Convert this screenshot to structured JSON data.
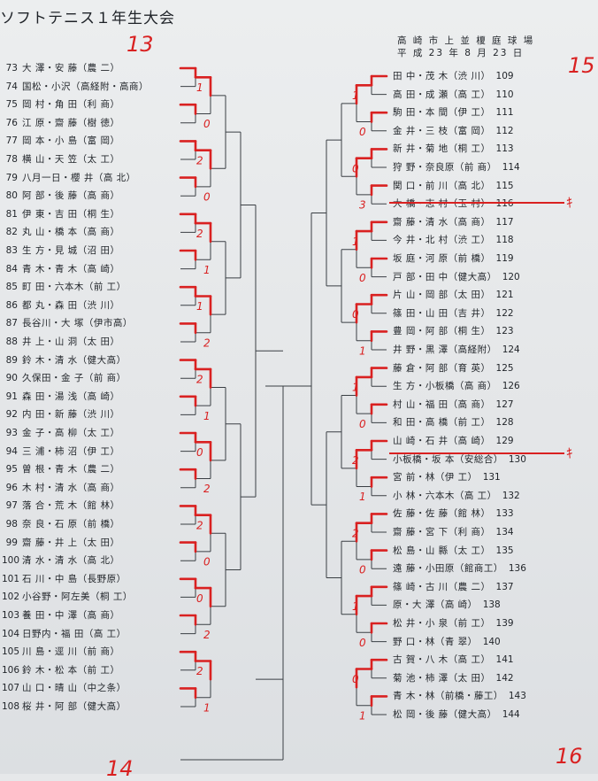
{
  "title": "ソフトテニス１年生大会",
  "venue": "高 崎 市 上 並 榎 庭 球 場",
  "date": "平 成 23 年 8 月 23 日",
  "corner_marks": {
    "top_left": "13",
    "top_right": "15",
    "bottom_left": "14",
    "bottom_right": "16"
  },
  "left_entries": [
    {
      "num": "73",
      "names": "大 澤・安 藤（農 二）"
    },
    {
      "num": "74",
      "names": "国松・小沢（高経附・高商）"
    },
    {
      "num": "75",
      "names": "岡 村・角 田（利 商）"
    },
    {
      "num": "76",
      "names": "江 原・齋 藤（樹 徳）"
    },
    {
      "num": "77",
      "names": "岡 本・小 島（富 岡）"
    },
    {
      "num": "78",
      "names": "横 山・天 笠（太 工）"
    },
    {
      "num": "79",
      "names": "八月一日・櫻 井（高 北）"
    },
    {
      "num": "80",
      "names": "阿 部・後 藤（高 商）"
    },
    {
      "num": "81",
      "names": "伊 東・吉 田（桐 生）"
    },
    {
      "num": "82",
      "names": "丸 山・橋 本（高 商）"
    },
    {
      "num": "83",
      "names": "生 方・見 城（沼 田）"
    },
    {
      "num": "84",
      "names": "青 木・青 木（高 崎）"
    },
    {
      "num": "85",
      "names": "町 田・六本木（前 工）"
    },
    {
      "num": "86",
      "names": "都 丸・森 田（渋 川）"
    },
    {
      "num": "87",
      "names": "長谷川・大 塚（伊市高）"
    },
    {
      "num": "88",
      "names": "井 上・山 洞（太 田）"
    },
    {
      "num": "89",
      "names": "鈴 木・清 水（健大高）"
    },
    {
      "num": "90",
      "names": "久保田・金 子（前 商）"
    },
    {
      "num": "91",
      "names": "森 田・湯 浅（高 崎）"
    },
    {
      "num": "92",
      "names": "内 田・新 藤（渋 川）"
    },
    {
      "num": "93",
      "names": "金 子・高 柳（太 工）"
    },
    {
      "num": "94",
      "names": "三 浦・柿 沼（伊 工）"
    },
    {
      "num": "95",
      "names": "曽 根・青 木（農 二）"
    },
    {
      "num": "96",
      "names": "木 村・清 水（高 商）"
    },
    {
      "num": "97",
      "names": "落 合・荒 木（館 林）"
    },
    {
      "num": "98",
      "names": "奈 良・石 原（前 橋）"
    },
    {
      "num": "99",
      "names": "齋 藤・井 上（太 田）"
    },
    {
      "num": "100",
      "names": "清 水・清 水（高 北）"
    },
    {
      "num": "101",
      "names": "石 川・中 島（長野原）"
    },
    {
      "num": "102",
      "names": "小谷野・阿左美（桐 工）"
    },
    {
      "num": "103",
      "names": "養 田・中 澤（高 商）"
    },
    {
      "num": "104",
      "names": "日野内・福 田（高 工）"
    },
    {
      "num": "105",
      "names": "川 島・逕 川（前 商）"
    },
    {
      "num": "106",
      "names": "鈴 木・松 本（前 工）"
    },
    {
      "num": "107",
      "names": "山 口・晴 山（中之条）"
    },
    {
      "num": "108",
      "names": "桜 井・阿 部（健大高）"
    }
  ],
  "right_entries": [
    {
      "num": "109",
      "names": "田 中・茂 木（渋 川）"
    },
    {
      "num": "110",
      "names": "高 田・成 瀬（高 工）"
    },
    {
      "num": "111",
      "names": "駒 田・本 間（伊 工）"
    },
    {
      "num": "112",
      "names": "金 井・三 枝（富 岡）"
    },
    {
      "num": "113",
      "names": "新 井・菊 地（桐 工）"
    },
    {
      "num": "114",
      "names": "狩 野・奈良原（前 商）"
    },
    {
      "num": "115",
      "names": "関 口・前 川（高 北）"
    },
    {
      "num": "116",
      "names": "大 橋・志 村（玉 村）"
    },
    {
      "num": "117",
      "names": "齋 藤・清 水（高 商）"
    },
    {
      "num": "118",
      "names": "今 井・北 村（渋 工）"
    },
    {
      "num": "119",
      "names": "坂 庭・河 原（前 橋）"
    },
    {
      "num": "120",
      "names": "戸 部・田 中（健大高）"
    },
    {
      "num": "121",
      "names": "片 山・岡 部（太 田）"
    },
    {
      "num": "122",
      "names": "篠 田・山 田（吉 井）"
    },
    {
      "num": "123",
      "names": "豊 岡・阿 部（桐 生）"
    },
    {
      "num": "124",
      "names": "井 野・黒 澤（高経附）"
    },
    {
      "num": "125",
      "names": "藤 倉・阿 部（育 英）"
    },
    {
      "num": "126",
      "names": "生 方・小板橋（高 商）"
    },
    {
      "num": "127",
      "names": "村 山・福 田（高 商）"
    },
    {
      "num": "128",
      "names": "和 田・高 橋（前 工）"
    },
    {
      "num": "129",
      "names": "山 崎・石 井（高 崎）"
    },
    {
      "num": "130",
      "names": "小板橋・坂 本（安総合）"
    },
    {
      "num": "131",
      "names": "宮 前・林（伊 工）"
    },
    {
      "num": "132",
      "names": "小 林・六本木（高 工）"
    },
    {
      "num": "133",
      "names": "佐 藤・佐 藤（館 林）"
    },
    {
      "num": "134",
      "names": "齋 藤・宮 下（利 商）"
    },
    {
      "num": "135",
      "names": "松 島・山 縣（太 工）"
    },
    {
      "num": "136",
      "names": "遠 藤・小田原（館商工）"
    },
    {
      "num": "137",
      "names": "篠 崎・古 川（農 二）"
    },
    {
      "num": "138",
      "names": "原・大 澤（高 崎）"
    },
    {
      "num": "139",
      "names": "松 井・小 泉（前 工）"
    },
    {
      "num": "140",
      "names": "野 口・林（青 翠）"
    },
    {
      "num": "141",
      "names": "古 賀・八 木（高 工）"
    },
    {
      "num": "142",
      "names": "菊 池・柿 澤（太 田）"
    },
    {
      "num": "143",
      "names": "青 木・林（前橋・藤工）"
    },
    {
      "num": "144",
      "names": "松 岡・後 藤（健大高）"
    }
  ],
  "struck_entries": [
    "116",
    "130"
  ],
  "ink_color": "#d92121",
  "print_color": "#1f2328"
}
